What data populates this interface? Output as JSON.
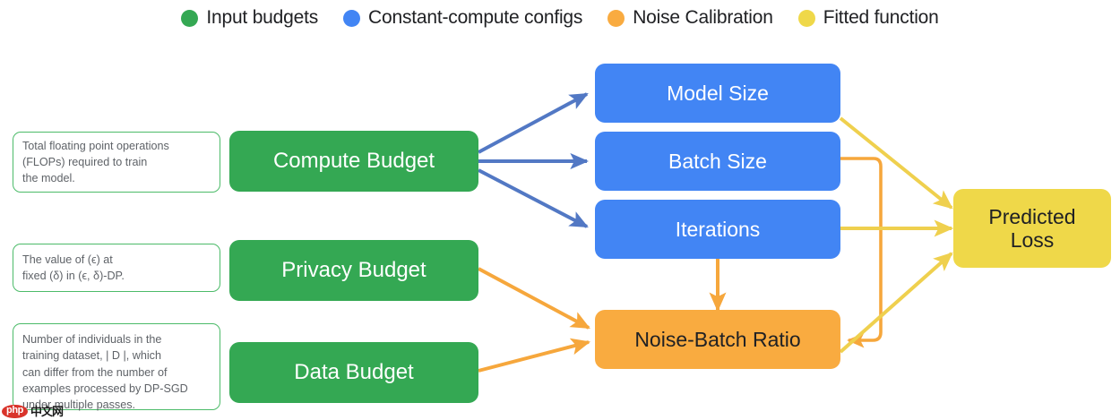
{
  "legend": {
    "items": [
      {
        "label": "Input budgets",
        "color": "#34A853",
        "icon": "circle-icon"
      },
      {
        "label": "Constant-compute configs",
        "color": "#4285F4",
        "icon": "circle-icon"
      },
      {
        "label": "Noise Calibration",
        "color": "#F9AB40",
        "icon": "circle-icon"
      },
      {
        "label": "Fitted function",
        "color": "#EFD849",
        "icon": "circle-icon"
      }
    ]
  },
  "notes": [
    {
      "id": "compute-note",
      "lines": [
        "Total floating point operations",
        "(FLOPs) required to train",
        "the model."
      ]
    },
    {
      "id": "privacy-note",
      "lines": [
        "The value of (ϵ) at",
        "fixed (δ) in (ϵ, δ)-DP."
      ]
    },
    {
      "id": "data-note",
      "lines": [
        "Number of individuals in the",
        "training dataset, | D |, which",
        "can differ from the number of",
        "examples processed by DP-SGD",
        "under multiple passes."
      ]
    }
  ],
  "nodes": {
    "compute_budget": "Compute Budget",
    "privacy_budget": "Privacy Budget",
    "data_budget": "Data Budget",
    "model_size": "Model Size",
    "batch_size": "Batch Size",
    "iterations": "Iterations",
    "noise_batch_ratio": "Noise-Batch Ratio",
    "predicted_loss_line1": "Predicted",
    "predicted_loss_line2": "Loss"
  },
  "edges": [
    {
      "from": "Compute Budget",
      "to": "Model Size",
      "color": "#5278C4"
    },
    {
      "from": "Compute Budget",
      "to": "Batch Size",
      "color": "#5278C4"
    },
    {
      "from": "Compute Budget",
      "to": "Iterations",
      "color": "#5278C4"
    },
    {
      "from": "Privacy Budget",
      "to": "Noise-Batch Ratio",
      "color": "#F6A73C"
    },
    {
      "from": "Data Budget",
      "to": "Noise-Batch Ratio",
      "color": "#F6A73C"
    },
    {
      "from": "Iterations",
      "to": "Noise-Batch Ratio",
      "color": "#F6A73C"
    },
    {
      "from": "Batch Size",
      "to": "Noise-Batch Ratio",
      "color": "#F6A73C"
    },
    {
      "from": "Model Size",
      "to": "Predicted Loss",
      "color": "#EFD04E"
    },
    {
      "from": "Iterations",
      "to": "Predicted Loss",
      "color": "#EFD04E"
    },
    {
      "from": "Noise-Batch Ratio",
      "to": "Predicted Loss",
      "color": "#EFD04E"
    }
  ],
  "watermark": {
    "badge": "php",
    "text": "中文网"
  },
  "colors": {
    "green": "#34A853",
    "blue": "#4285F4",
    "orange": "#F9AB40",
    "yellow": "#EFD849",
    "arrow_blue": "#5278C4",
    "arrow_orange": "#F6A73C",
    "arrow_yellow": "#EFD04E",
    "note_border": "#4CBB69",
    "note_text": "#5f6368"
  }
}
